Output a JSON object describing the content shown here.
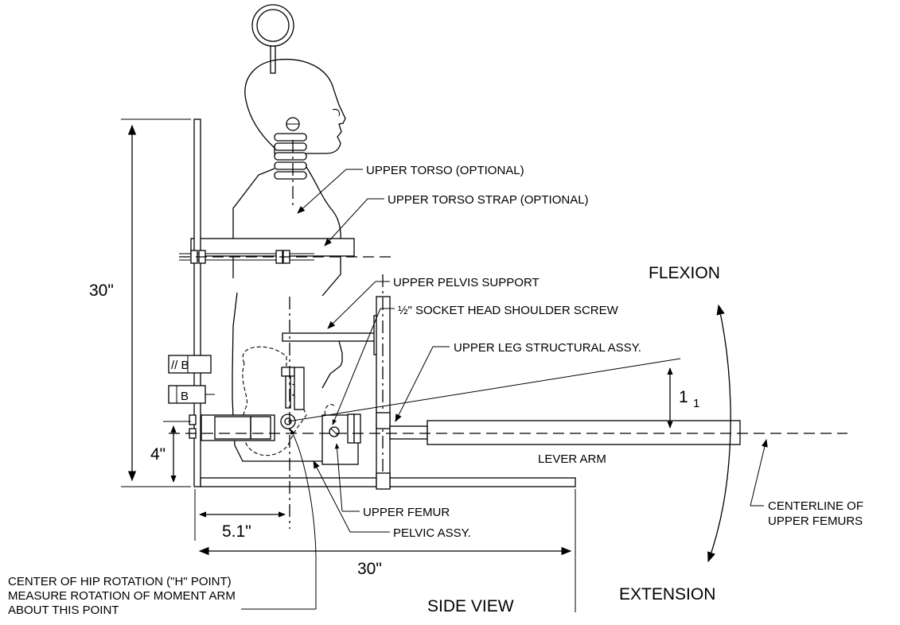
{
  "labels": {
    "upper_torso": "UPPER TORSO (OPTIONAL)",
    "upper_torso_strap": "UPPER TORSO STRAP (OPTIONAL)",
    "upper_pelvis_support": "UPPER PELVIS SUPPORT",
    "socket_screw": "½\" SOCKET HEAD SHOULDER SCREW",
    "upper_leg_assy": "UPPER LEG STRUCTURAL ASSY.",
    "lever_arm": "LEVER ARM",
    "upper_femur": "UPPER FEMUR",
    "pelvic_assy": "PELVIC ASSY.",
    "centerline_line1": "CENTERLINE OF",
    "centerline_line2": "UPPER FEMURS",
    "hip_line1": "CENTER OF HIP ROTATION (\"H\" POINT)",
    "hip_line2": "MEASURE ROTATION OF MOMENT ARM",
    "hip_line3": "ABOUT THIS POINT",
    "side_view": "SIDE VIEW",
    "flexion": "FLEXION",
    "extension": "EXTENSION"
  },
  "dimensions": {
    "height": "30\"",
    "hip_height": "4\"",
    "hip_offset": "5.1\"",
    "base_length": "30\"",
    "angle_main": "1",
    "angle_sub": "1"
  },
  "datums": {
    "parallel": "// B",
    "datum": "B"
  }
}
